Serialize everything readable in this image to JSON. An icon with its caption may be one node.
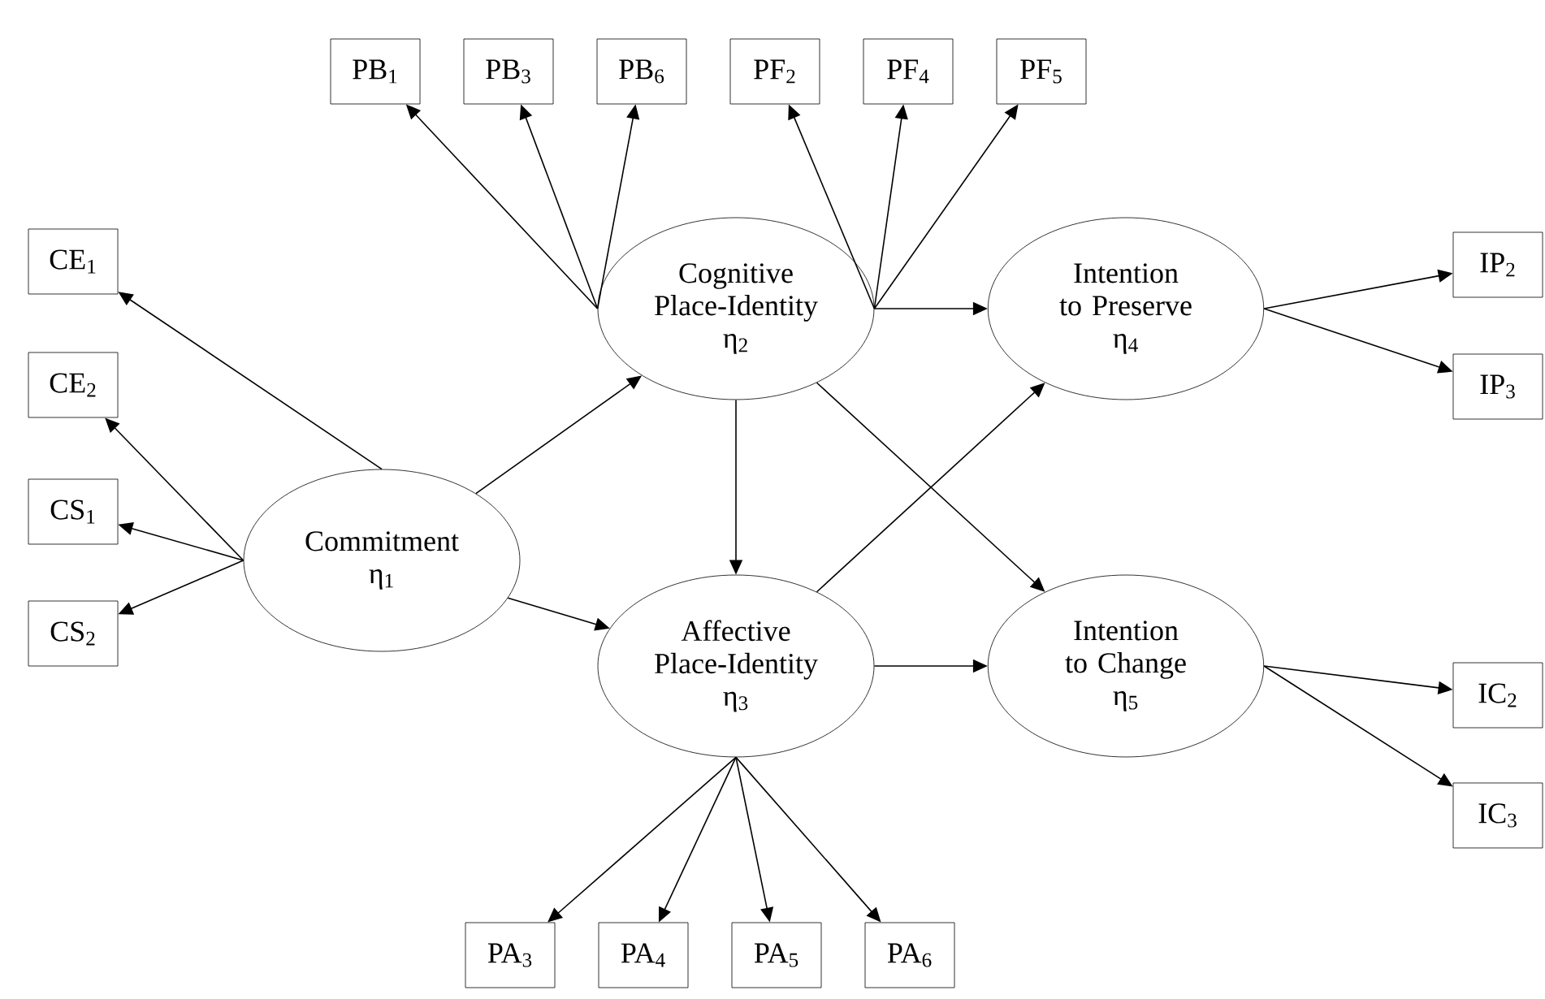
{
  "diagram": {
    "nodes": [
      {
        "text": [
          "PB$_{1}$"
        ]
      },
      {
        "text": [
          "PB$_{3}$"
        ]
      },
      {
        "text": [
          "PB$_{6}$"
        ]
      },
      {
        "text": [
          "PF$_{2}$"
        ]
      },
      {
        "text": [
          "PF$_{4}$"
        ]
      },
      {
        "text": [
          "PF$_{5}$"
        ]
      },
      {
        "text": [
          "CE$_{1}$"
        ]
      },
      {
        "text": [
          "CE$_{2}$"
        ]
      },
      {
        "text": [
          "CS$_{1}$"
        ]
      },
      {
        "text": [
          "CS$_{2}$"
        ]
      },
      {
        "text": [
          "Cognitive Place-Identity",
          "η$_{2}$"
        ]
      },
      {
        "text": [
          "Intention to Preserve",
          "η$_{4}$"
        ]
      },
      {
        "text": [
          "IP$_{2}$"
        ]
      },
      {
        "text": [
          "IP$_{3}$"
        ]
      },
      {
        "text": [
          "Commitment",
          "η$_{1}$"
        ]
      },
      {
        "text": [
          "Affective Place-Identity",
          "η$_{3}$"
        ]
      },
      {
        "text": [
          "Intention to Change",
          "η$_{5}$"
        ]
      },
      {
        "text": [
          "IC$_{2}$"
        ]
      },
      {
        "text": [
          "IC$_{3}$"
        ]
      },
      {
        "text": [
          "PA$_{3}$"
        ]
      },
      {
        "text": [
          "PA$_{4}$"
        ]
      },
      {
        "text": [
          "PA$_{5}$"
        ]
      },
      {
        "text": [
          "PA$_{6}$"
        ]
      }
    ],
    "edges": [
      {
        "from": 14,
        "to": 6,
        "arrow": "to"
      },
      {
        "from": 14,
        "to": 7,
        "arrow": "to"
      },
      {
        "from": 14,
        "to": 8,
        "arrow": "to"
      },
      {
        "from": 14,
        "to": 9,
        "arrow": "to"
      },
      {
        "from": 14,
        "to": 10,
        "arrow": "to"
      },
      {
        "from": 14,
        "to": 15,
        "arrow": "to"
      },
      {
        "from": 10,
        "to": 0,
        "arrow": "to"
      },
      {
        "from": 10,
        "to": 1,
        "arrow": "to"
      },
      {
        "from": 10,
        "to": 2,
        "arrow": "to"
      },
      {
        "from": 10,
        "to": 3,
        "arrow": "to"
      },
      {
        "from": 10,
        "to": 4,
        "arrow": "to"
      },
      {
        "from": 10,
        "to": 5,
        "arrow": "to"
      },
      {
        "from": 10,
        "to": 15,
        "arrow": "to"
      },
      {
        "from": 10,
        "to": 11,
        "arrow": "to"
      },
      {
        "from": 10,
        "to": 16,
        "arrow": "to"
      },
      {
        "from": 15,
        "to": 11,
        "arrow": "to"
      },
      {
        "from": 15,
        "to": 16,
        "arrow": "to"
      },
      {
        "from": 15,
        "to": 19,
        "arrow": "to"
      },
      {
        "from": 15,
        "to": 20,
        "arrow": "to"
      },
      {
        "from": 15,
        "to": 21,
        "arrow": "to"
      },
      {
        "from": 15,
        "to": 22,
        "arrow": "to"
      },
      {
        "from": 11,
        "to": 12,
        "arrow": "to"
      },
      {
        "from": 11,
        "to": 13,
        "arrow": "to"
      },
      {
        "from": 16,
        "to": 17,
        "arrow": "to"
      },
      {
        "from": 16,
        "to": 18,
        "arrow": "to"
      }
    ]
  }
}
